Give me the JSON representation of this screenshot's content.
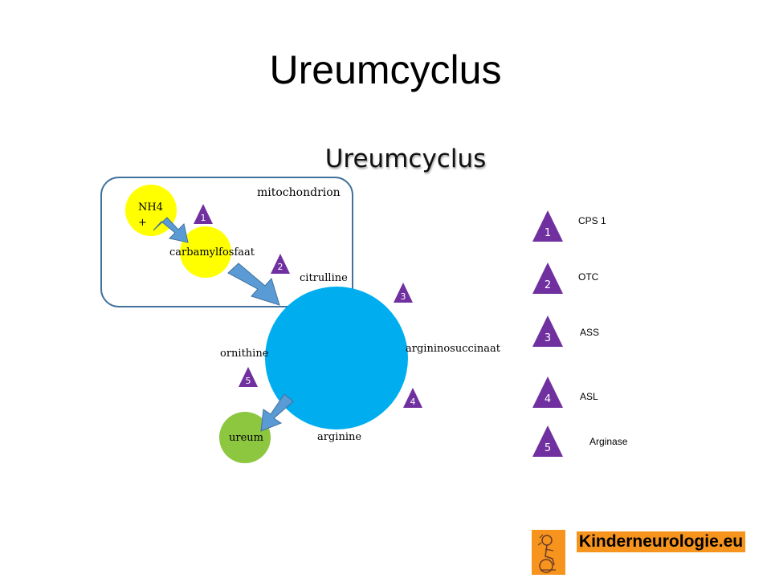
{
  "slide": {
    "title": "Ureumcyclus",
    "figure_title": "Ureumcyclus"
  },
  "diagram": {
    "compartment_label": "mitochondrion",
    "nodes": {
      "nh4": "NH4\n+",
      "carbamylfosfaat": "carbamylfosfaat",
      "citrulline": "citrulline",
      "argininosuccinaat": "argininosuccinaat",
      "arginine": "arginine",
      "ornithine": "ornithine",
      "ureum": "ureum"
    },
    "step_markers": [
      "1",
      "2",
      "3",
      "4",
      "5"
    ]
  },
  "legend": [
    {
      "number": "1",
      "enzyme": "CPS 1"
    },
    {
      "number": "2",
      "enzyme": "OTC"
    },
    {
      "number": "3",
      "enzyme": "ASS"
    },
    {
      "number": "4",
      "enzyme": "ASL"
    },
    {
      "number": "5",
      "enzyme": "Arginase"
    }
  ],
  "branding": {
    "site": "Kinderneurologie.eu"
  },
  "colors": {
    "nh4": "#ffff00",
    "carbamylfosfaat": "#ffff00",
    "cycle": "#00aeef",
    "ureum": "#8dc63f",
    "triangle": "#7030a0",
    "arrow": "#5b9bd5",
    "compartment_border": "#41719c",
    "brand": "#f7941d"
  }
}
